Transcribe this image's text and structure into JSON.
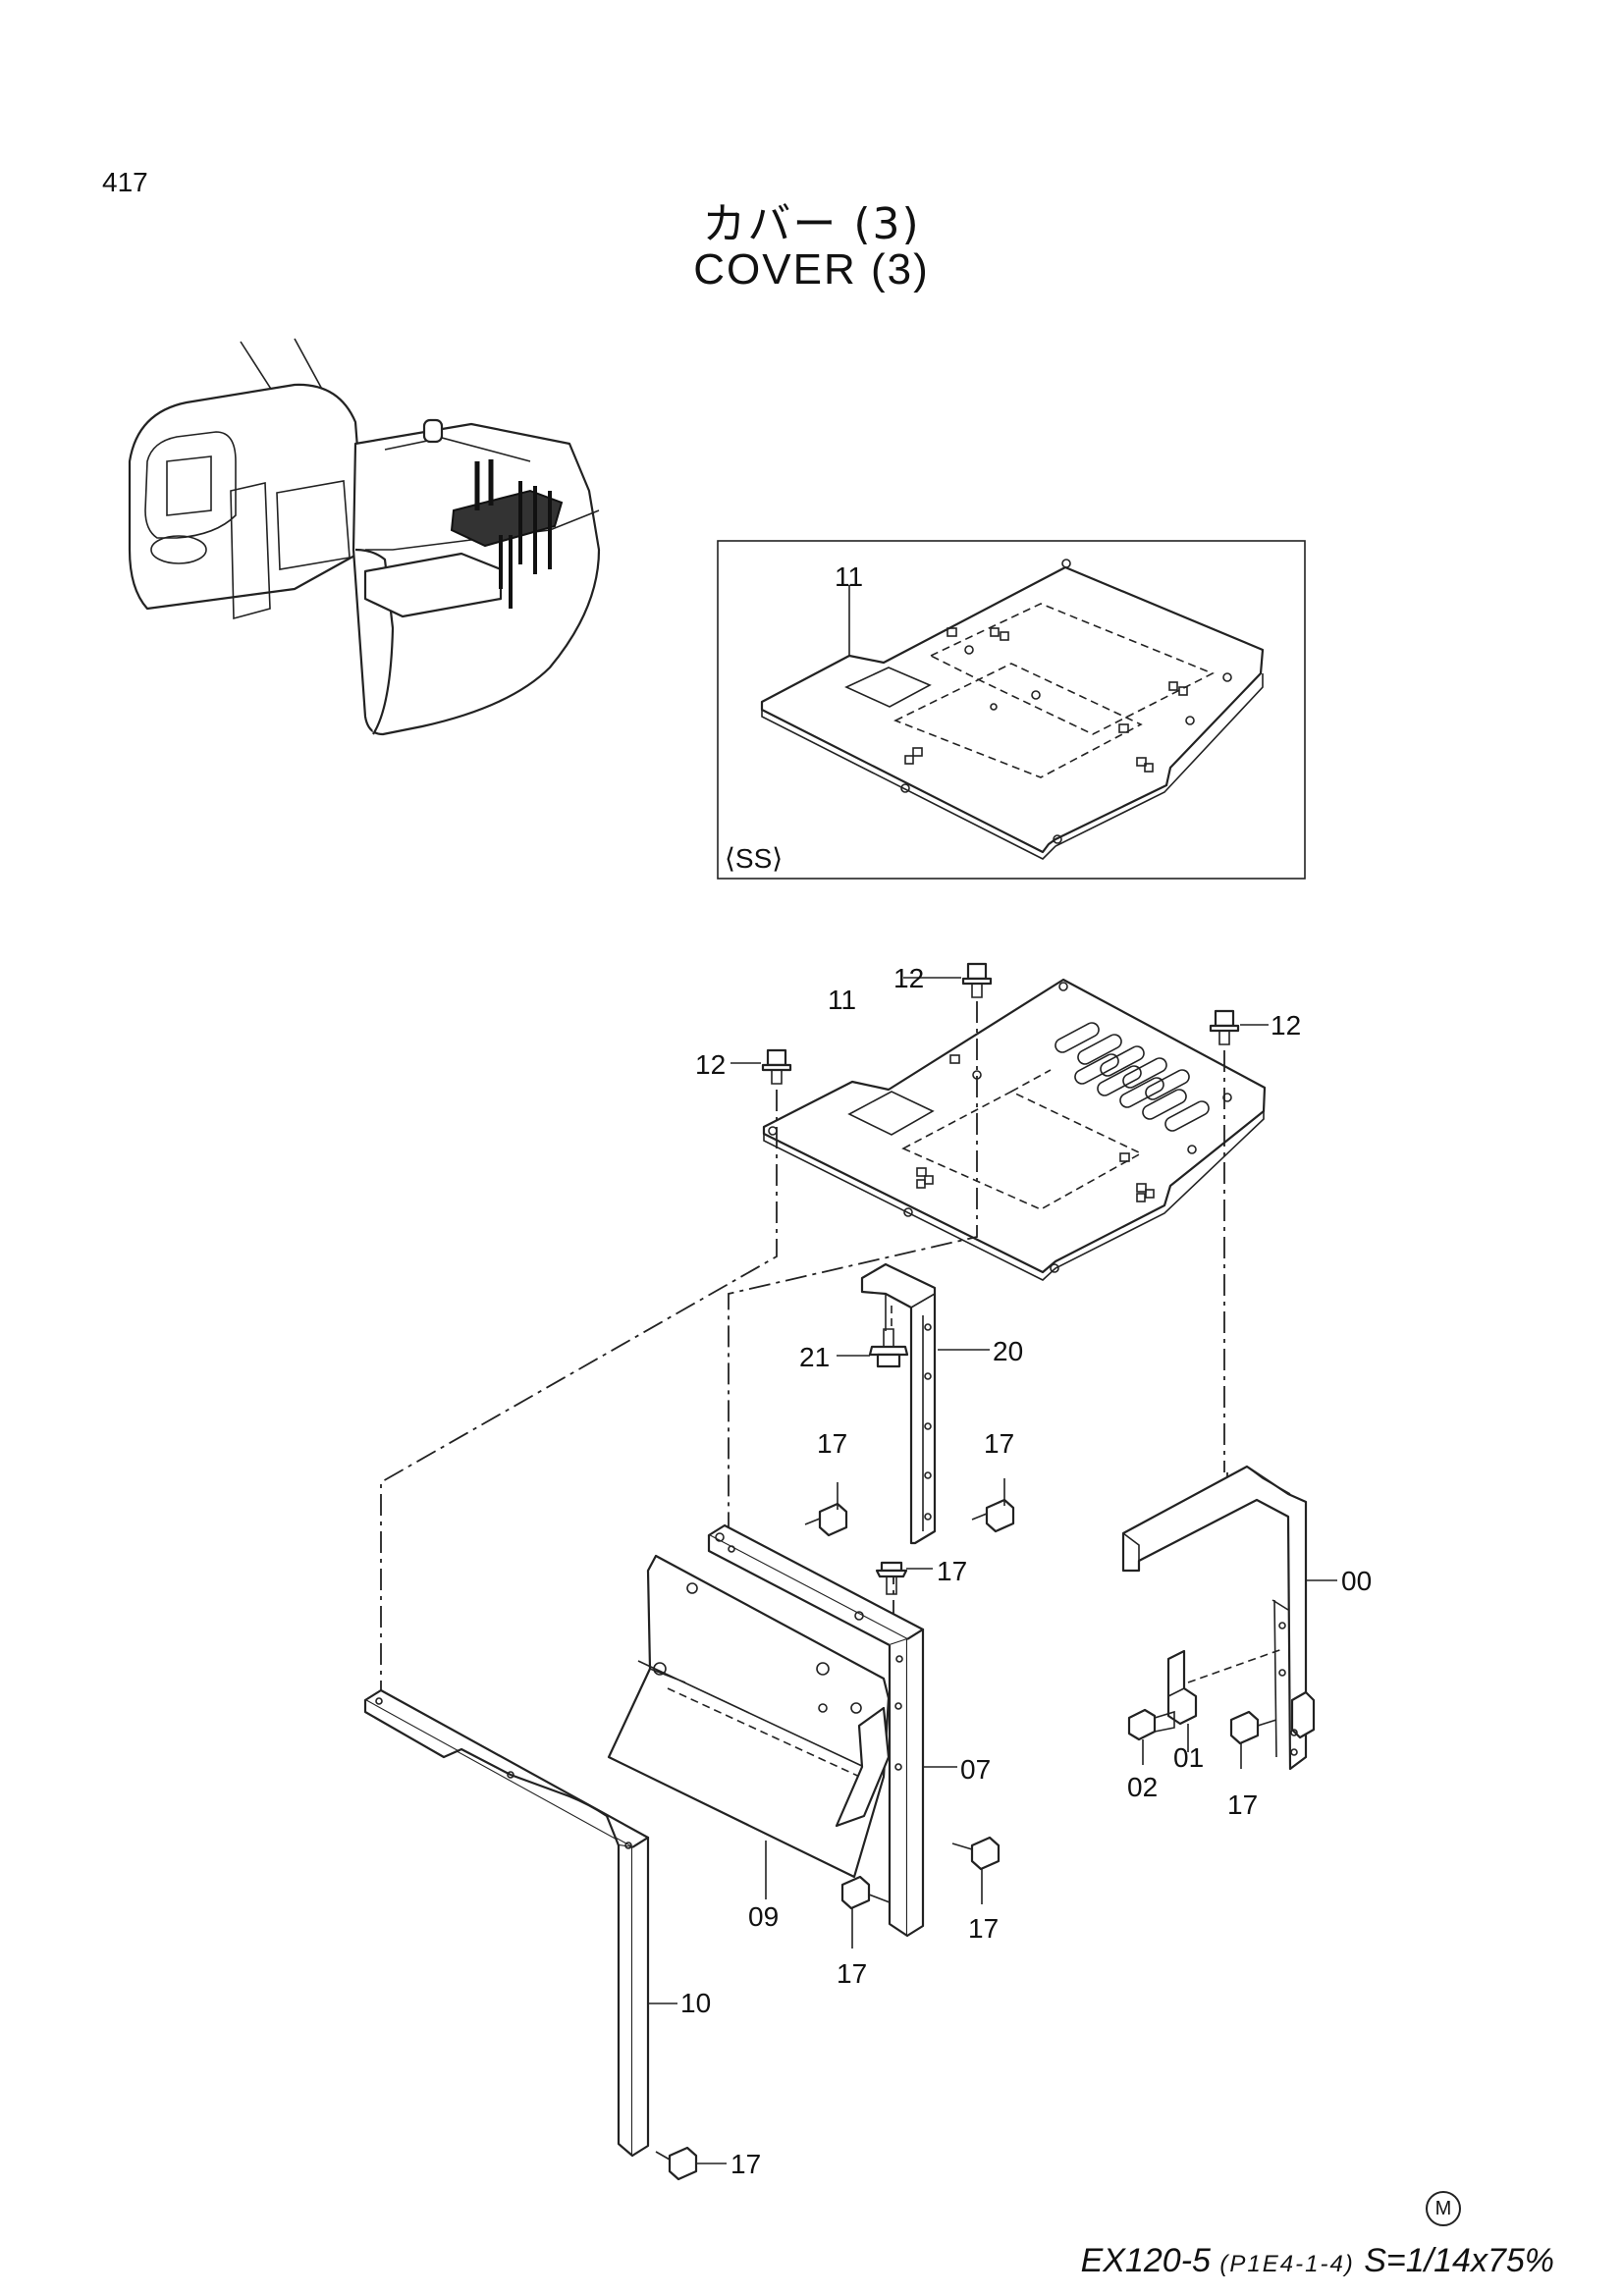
{
  "page": {
    "number": "417"
  },
  "title": {
    "japanese": "カバー (3)",
    "english": "COVER (3)"
  },
  "inset": {
    "variant": "⟨SS⟩",
    "part": "11"
  },
  "callouts": {
    "p00": "00",
    "p01": "01",
    "p02": "02",
    "p07": "07",
    "p09": "09",
    "p10": "10",
    "p11": "11",
    "p12": "12",
    "p17": "17",
    "p20": "20",
    "p21": "21"
  },
  "footer": {
    "model": "EX120-5",
    "code": "(P1E4-1-4)",
    "scale": "S=1/14x75%",
    "mark": "M"
  }
}
